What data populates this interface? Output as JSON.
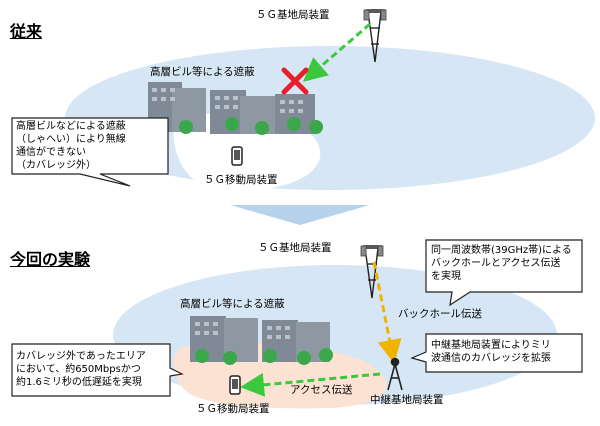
{
  "before": {
    "heading": "従来",
    "base_station": "５Ｇ基地局装置",
    "buildings": "高層ビル等による遮蔽",
    "callout": [
      "高層ビルなどによる遮蔽",
      "（しゃへい）により無線",
      "通信ができない",
      "（カバレッジ外）"
    ],
    "mobile": "５Ｇ移動局装置"
  },
  "after": {
    "heading": "今回の実験",
    "base_station": "５Ｇ基地局装置",
    "callout_top": [
      "同一周波数帯(39GHz帯)による",
      "バックホールとアクセス伝送",
      "を実現"
    ],
    "buildings": "高層ビル等による遮蔽",
    "backhaul": "バックホール伝送",
    "callout_relay": [
      "中継基地局装置によりミリ",
      "波通信のカバレッジを拡張"
    ],
    "callout_left": [
      "カバレッジ外であったエリア",
      "において、約650Mbpsかつ",
      "約1.6ミリ秒の低遅延を実現"
    ],
    "access": "アクセス伝送",
    "relay": "中継基地局装置",
    "mobile": "５Ｇ移動局装置"
  },
  "colors": {
    "coverage": "#d6e6f4",
    "outage": "#fbe2d2",
    "link_green": "#3cc83c",
    "link_orange": "#f0b400",
    "block_x": "#e8202c",
    "arrow": "#b7d3ec"
  }
}
